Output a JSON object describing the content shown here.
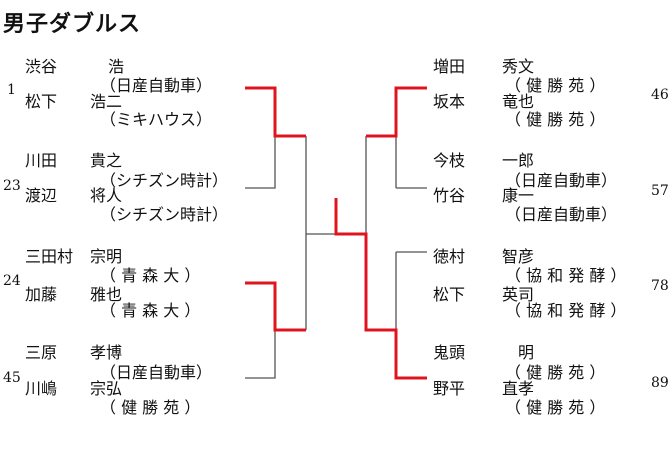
{
  "title": "男子ダブルス",
  "left": [
    {
      "seed": "1",
      "players": [
        {
          "surname": "渋谷",
          "given": "浩",
          "affiliation": "（日産自動車）"
        },
        {
          "surname": "松下",
          "given": "浩二",
          "affiliation": "（ミキハウス）"
        }
      ]
    },
    {
      "seed": "23",
      "players": [
        {
          "surname": "川田",
          "given": "貴之",
          "affiliation": "（シチズン時計）"
        },
        {
          "surname": "渡辺",
          "given": "将人",
          "affiliation": "（シチズン時計）"
        }
      ]
    },
    {
      "seed": "24",
      "players": [
        {
          "surname": "三田村",
          "given": "宗明",
          "affiliation": "（ 青 森 大 ）"
        },
        {
          "surname": "加藤",
          "given": "雅也",
          "affiliation": "（ 青 森 大 ）"
        }
      ]
    },
    {
      "seed": "45",
      "players": [
        {
          "surname": "三原",
          "given": "孝博",
          "affiliation": "（日産自動車）"
        },
        {
          "surname": "川嶋",
          "given": "宗弘",
          "affiliation": "（ 健 勝 苑 ）"
        }
      ]
    }
  ],
  "right": [
    {
      "seed": "46",
      "players": [
        {
          "surname": "増田",
          "given": "秀文",
          "affiliation": "（ 健 勝 苑 ）"
        },
        {
          "surname": "坂本",
          "given": "竜也",
          "affiliation": "（ 健 勝 苑 ）"
        }
      ]
    },
    {
      "seed": "57",
      "players": [
        {
          "surname": "今枝",
          "given": "一郎",
          "affiliation": "（日産自動車）"
        },
        {
          "surname": "竹谷",
          "given": "康一",
          "affiliation": "（日産自動車）"
        }
      ]
    },
    {
      "seed": "78",
      "players": [
        {
          "surname": "徳村",
          "given": "智彦",
          "affiliation": "（ 協 和 発 酵 ）"
        },
        {
          "surname": "松下",
          "given": "英司",
          "affiliation": "（ 協 和 発 酵 ）"
        }
      ]
    },
    {
      "seed": "89",
      "players": [
        {
          "surname": "鬼頭",
          "given": "明",
          "affiliation": "（ 健 勝 苑 ）"
        },
        {
          "surname": "野平",
          "given": "直孝",
          "affiliation": "（ 健 勝 苑 ）"
        }
      ]
    }
  ],
  "colors": {
    "winner_line": "#e0141e",
    "line": "#555555",
    "text": "#111111"
  }
}
